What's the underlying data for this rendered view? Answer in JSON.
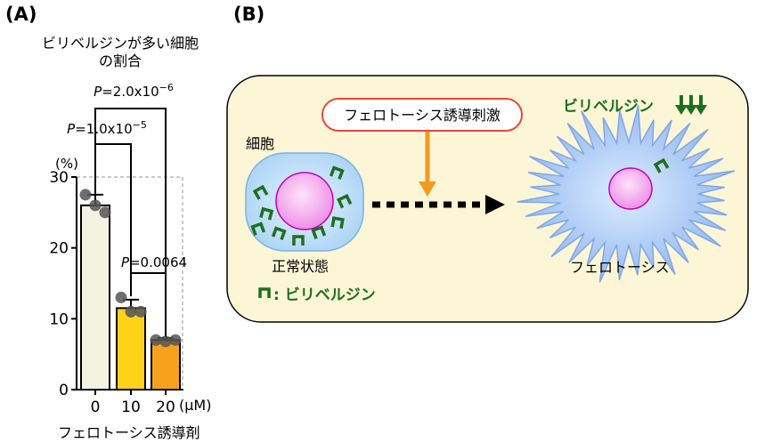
{
  "panel_a": {
    "label": "(A)",
    "title_line1": "ビリベルジンが多い細胞",
    "title_line2": "の割合",
    "unit": "(%)",
    "x_unit": "(μM)",
    "xlabel": "フェロトーシス誘導剤",
    "pvalues": [
      {
        "italic": "P",
        "text": "=2.0x10",
        "exp": "−6"
      },
      {
        "italic": "P",
        "text": "=1.0x10",
        "exp": "−5"
      },
      {
        "italic": "P",
        "text": "=0.0064",
        "exp": ""
      }
    ]
  },
  "panel_b": {
    "label": "(B)",
    "stimulus": "フェロトーシス誘導刺激",
    "cell_label": "細胞",
    "normal_label": "正常状態",
    "legend_text": ": ビリベルジン",
    "ferroptosis_label": "フェロトーシス",
    "biliverdin_down": "ビリベルジン",
    "colors": {
      "panel_bg": "#fdf6d6",
      "cell_fill": "#bfe0f7",
      "nucleus": "#f3a6ec",
      "biliverdin": "#1e6e1e",
      "arrow": "#f39a1e",
      "stimulus_border": "#e8473a",
      "spiky_cell": "#8fb5ee"
    }
  },
  "chart_data": {
    "type": "bar",
    "title": "ビリベルジンが多い細胞の割合",
    "xlabel": "フェロトーシス誘導剤",
    "x_unit": "(μM)",
    "ylabel": "(%)",
    "ylim": [
      0,
      30
    ],
    "yticks": [
      "0",
      "10",
      "20",
      "30"
    ],
    "categories": [
      "0",
      "10",
      "20"
    ],
    "values": [
      26,
      11.5,
      7
    ],
    "errors": [
      1.5,
      1.2,
      0.3
    ],
    "points": [
      [
        27.5,
        26.0,
        25.0
      ],
      [
        13.0,
        11.0,
        11.0
      ],
      [
        7.0,
        6.8,
        7.0
      ]
    ],
    "bar_colors": [
      "#f2f3e1",
      "#ffd21a",
      "#f7a21a"
    ],
    "grid": false,
    "comparisons": [
      {
        "from": 0,
        "to": 2,
        "label": "P=2.0x10−6"
      },
      {
        "from": 0,
        "to": 1,
        "label": "P=1.0x10−5"
      },
      {
        "from": 1,
        "to": 2,
        "label": "P=0.0064"
      }
    ]
  }
}
